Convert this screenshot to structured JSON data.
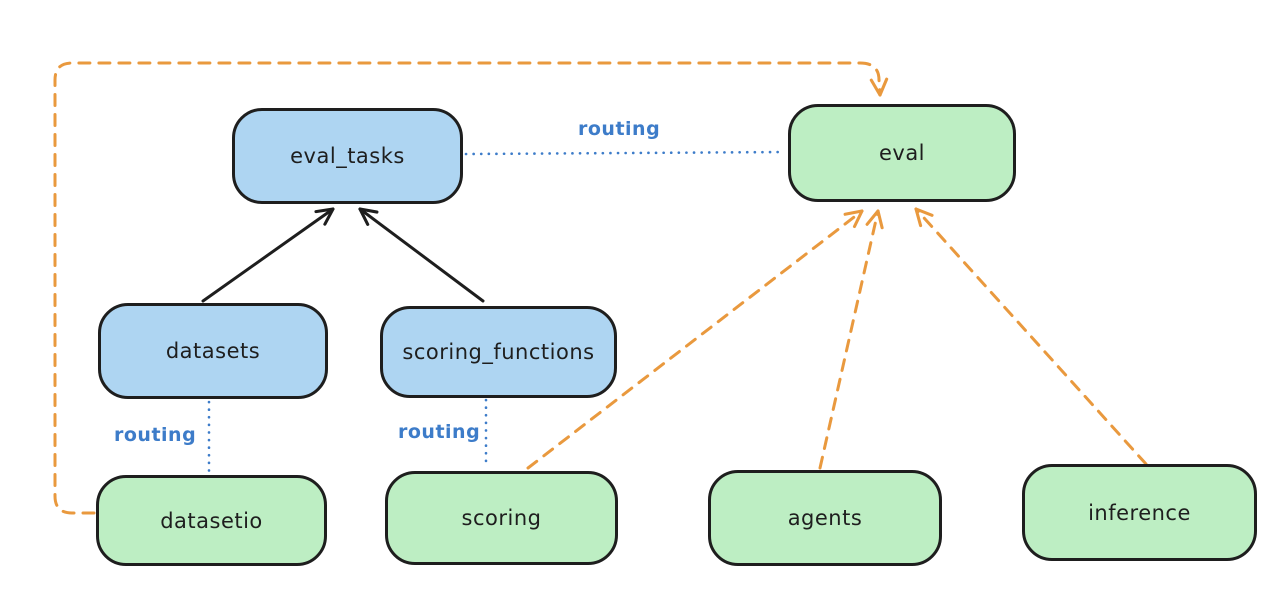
{
  "colors": {
    "background": "#ffffff",
    "blue_fill": "#aed5f2",
    "green_fill": "#bdeec3",
    "stroke": "#1e1e1e",
    "orange_line": "#e9993e",
    "blue_line": "#3d7cc9"
  },
  "nodes": {
    "eval_tasks": {
      "label": "eval_tasks",
      "color": "blue"
    },
    "eval": {
      "label": "eval",
      "color": "green"
    },
    "datasets": {
      "label": "datasets",
      "color": "blue"
    },
    "scoring_functions": {
      "label": "scoring_functions",
      "color": "blue"
    },
    "datasetio": {
      "label": "datasetio",
      "color": "green"
    },
    "scoring": {
      "label": "scoring",
      "color": "green"
    },
    "agents": {
      "label": "agents",
      "color": "green"
    },
    "inference": {
      "label": "inference",
      "color": "green"
    }
  },
  "edge_labels": {
    "routing_eval": "routing",
    "routing_datasetio": "routing",
    "routing_scoring": "routing"
  },
  "edges": [
    {
      "from": "datasets",
      "to": "eval_tasks",
      "style": "solid-arrow",
      "color": "#1e1e1e"
    },
    {
      "from": "scoring_functions",
      "to": "eval_tasks",
      "style": "solid-arrow",
      "color": "#1e1e1e"
    },
    {
      "from": "eval_tasks",
      "to": "eval",
      "style": "dotted",
      "color": "#3d7cc9",
      "label": "routing"
    },
    {
      "from": "datasets",
      "to": "datasetio",
      "style": "dotted",
      "color": "#3d7cc9",
      "label": "routing"
    },
    {
      "from": "scoring_functions",
      "to": "scoring",
      "style": "dotted",
      "color": "#3d7cc9",
      "label": "routing"
    },
    {
      "from": "datasetio",
      "to": "eval",
      "style": "dashed-arrow",
      "color": "#e9993e",
      "route": "left-loop-over-top"
    },
    {
      "from": "scoring",
      "to": "eval",
      "style": "dashed-arrow",
      "color": "#e9993e"
    },
    {
      "from": "agents",
      "to": "eval",
      "style": "dashed-arrow",
      "color": "#e9993e"
    },
    {
      "from": "inference",
      "to": "eval",
      "style": "dashed-arrow",
      "color": "#e9993e"
    }
  ]
}
